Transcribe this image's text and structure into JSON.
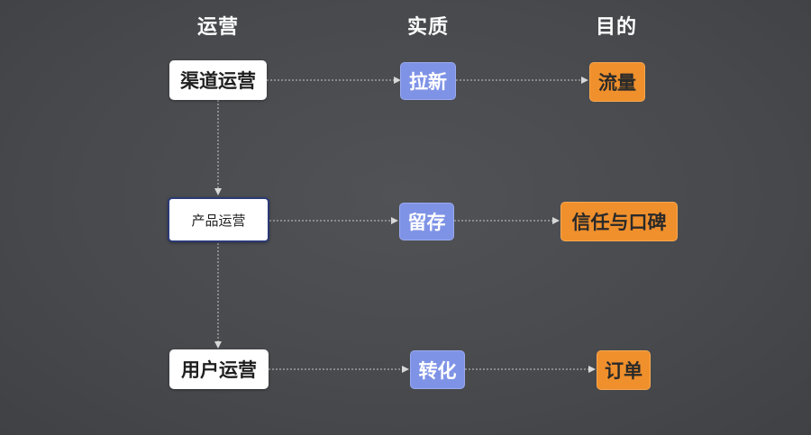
{
  "headers": {
    "operation": "运营",
    "essence": "实质",
    "goal": "目的"
  },
  "rows": [
    {
      "operation": "渠道运营",
      "essence": "拉新",
      "goal": "流量"
    },
    {
      "operation": "产品运营",
      "essence": "留存",
      "goal": "信任与口碑"
    },
    {
      "operation": "用户运营",
      "essence": "转化",
      "goal": "订单"
    }
  ],
  "colors": {
    "background": "#4a4c50",
    "operation_box": "#ffffff",
    "essence_box": "#7f93e6",
    "goal_box": "#f0902c",
    "arrow": "#d0d0d0"
  }
}
